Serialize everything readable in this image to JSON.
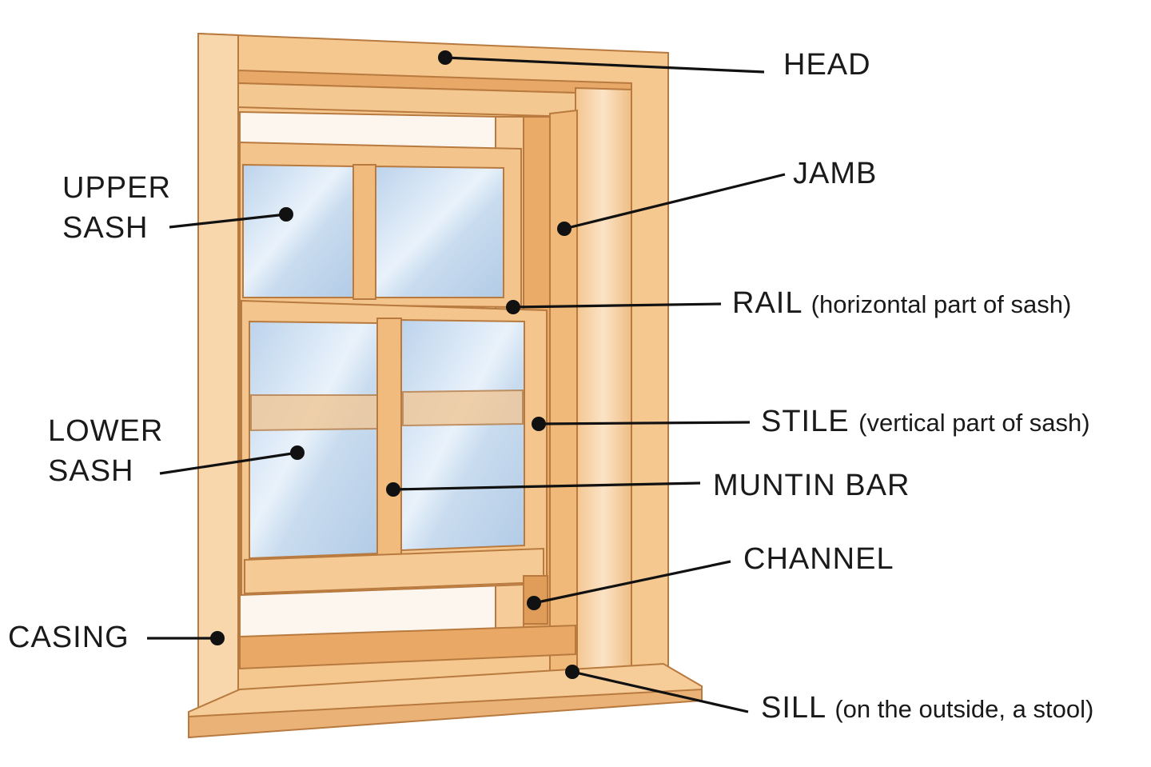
{
  "colors": {
    "wood_light": "#f7d3a6",
    "wood_mid": "#f1be86",
    "wood_dark": "#dd9c5c",
    "outline": "#b87a3f",
    "glass": "#c7dbef",
    "glass_highlight": "#eef5fb",
    "pointer": "#111111"
  },
  "labels": {
    "head": "HEAD",
    "jamb": "JAMB",
    "upper_sash_line1": "UPPER",
    "upper_sash_line2": "SASH",
    "rail": "RAIL",
    "rail_note": "(horizontal part of sash)",
    "lower_sash_line1": "LOWER",
    "lower_sash_line2": "SASH",
    "stile": "STILE",
    "stile_note": "(vertical part of sash)",
    "muntin_bar": "MUNTIN BAR",
    "channel": "CHANNEL",
    "casing": "CASING",
    "sill": "SILL",
    "sill_note": "(on the outside, a stool)"
  }
}
